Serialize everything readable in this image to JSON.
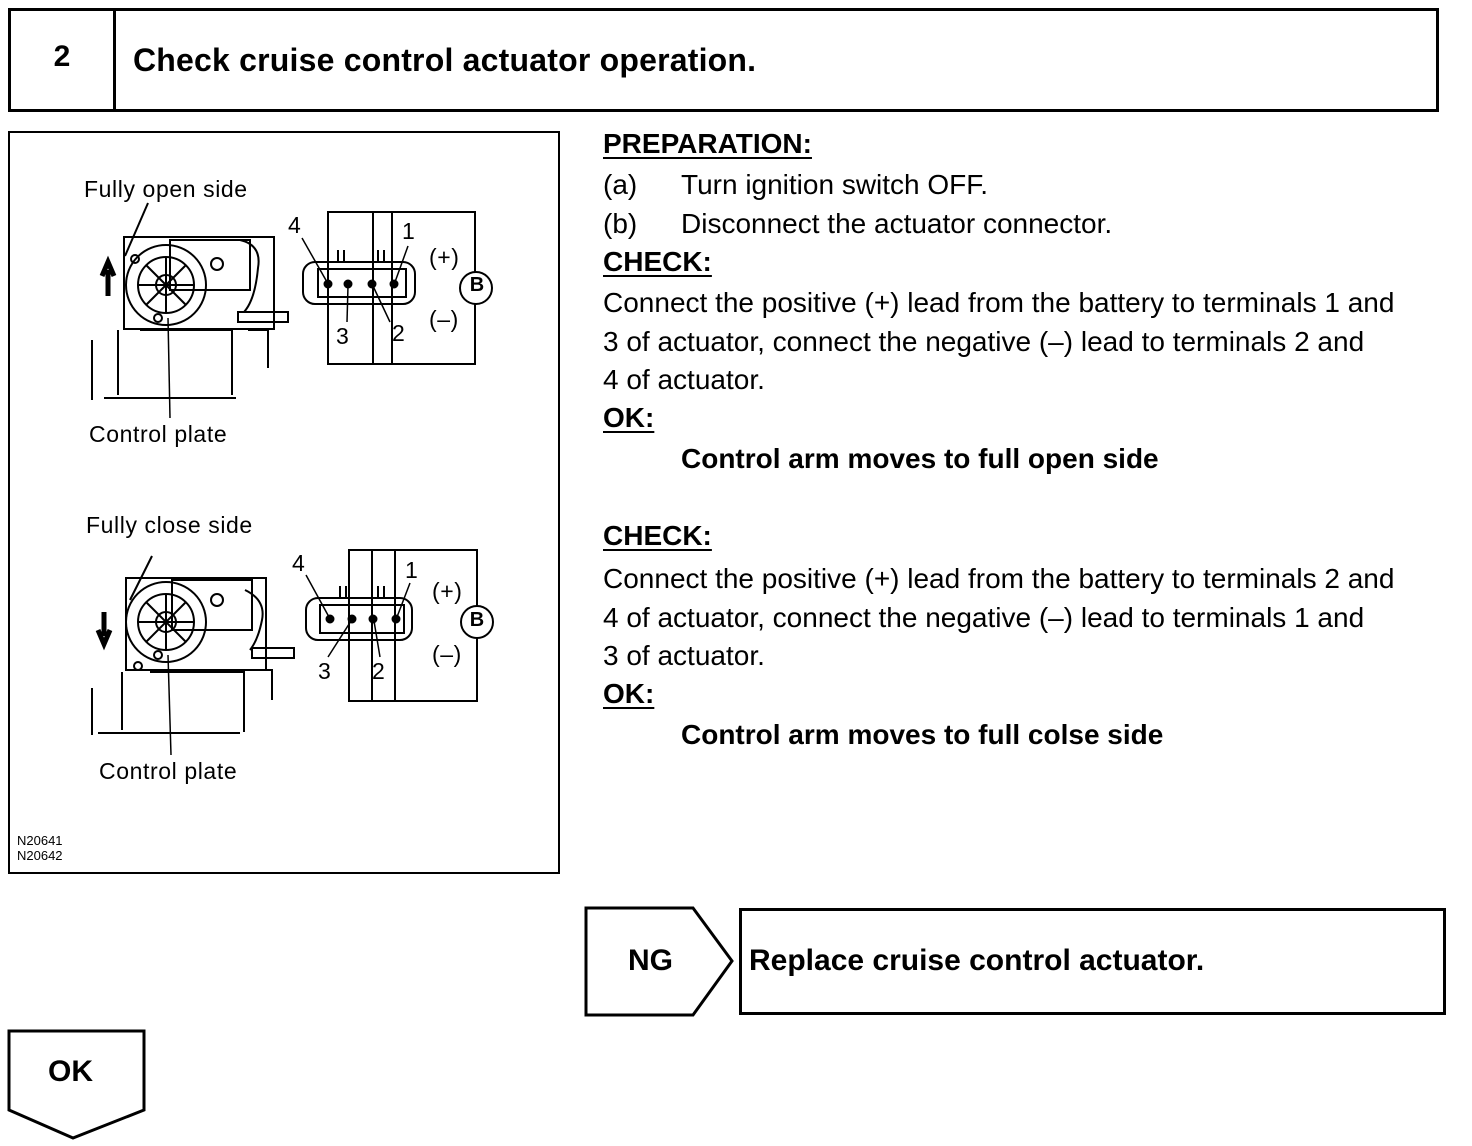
{
  "header": {
    "step_number": "2",
    "title": "Check cruise control actuator operation."
  },
  "figure": {
    "top": {
      "label_side": "Fully open side",
      "label_plate": "Control plate",
      "terminals": [
        "4",
        "1",
        "3",
        "2"
      ],
      "plus": "(+)",
      "minus": "(–)",
      "battery": "B"
    },
    "bottom": {
      "label_side": "Fully close side",
      "label_plate": "Control plate",
      "terminals": [
        "4",
        "1",
        "3",
        "2"
      ],
      "plus": "(+)",
      "minus": "(–)",
      "battery": "B"
    },
    "codes": [
      "N20641",
      "N20642"
    ]
  },
  "preparation": {
    "heading": "PREPARATION:",
    "steps": [
      {
        "marker": "(a)",
        "text": "Turn ignition switch OFF."
      },
      {
        "marker": "(b)",
        "text": "Disconnect the actuator connector."
      }
    ]
  },
  "check1": {
    "heading": "CHECK:",
    "lines": [
      "Connect the positive (+) lead from the battery to terminals 1 and",
      "3 of actuator, connect the negative (–) lead to terminals 2 and",
      "4 of actuator."
    ],
    "ok_heading": "OK:",
    "ok_text": "Control arm moves to full open side"
  },
  "check2": {
    "heading": "CHECK:",
    "lines": [
      "Connect the positive (+) lead from the battery to terminals 2 and",
      "4 of actuator, connect the negative (–) lead to terminals 1 and",
      "3 of actuator."
    ],
    "ok_heading": "OK:",
    "ok_text": "Control arm moves to full colse side"
  },
  "ng": {
    "label": "NG",
    "result": "Replace cruise control actuator."
  },
  "ok": {
    "label": "OK"
  }
}
